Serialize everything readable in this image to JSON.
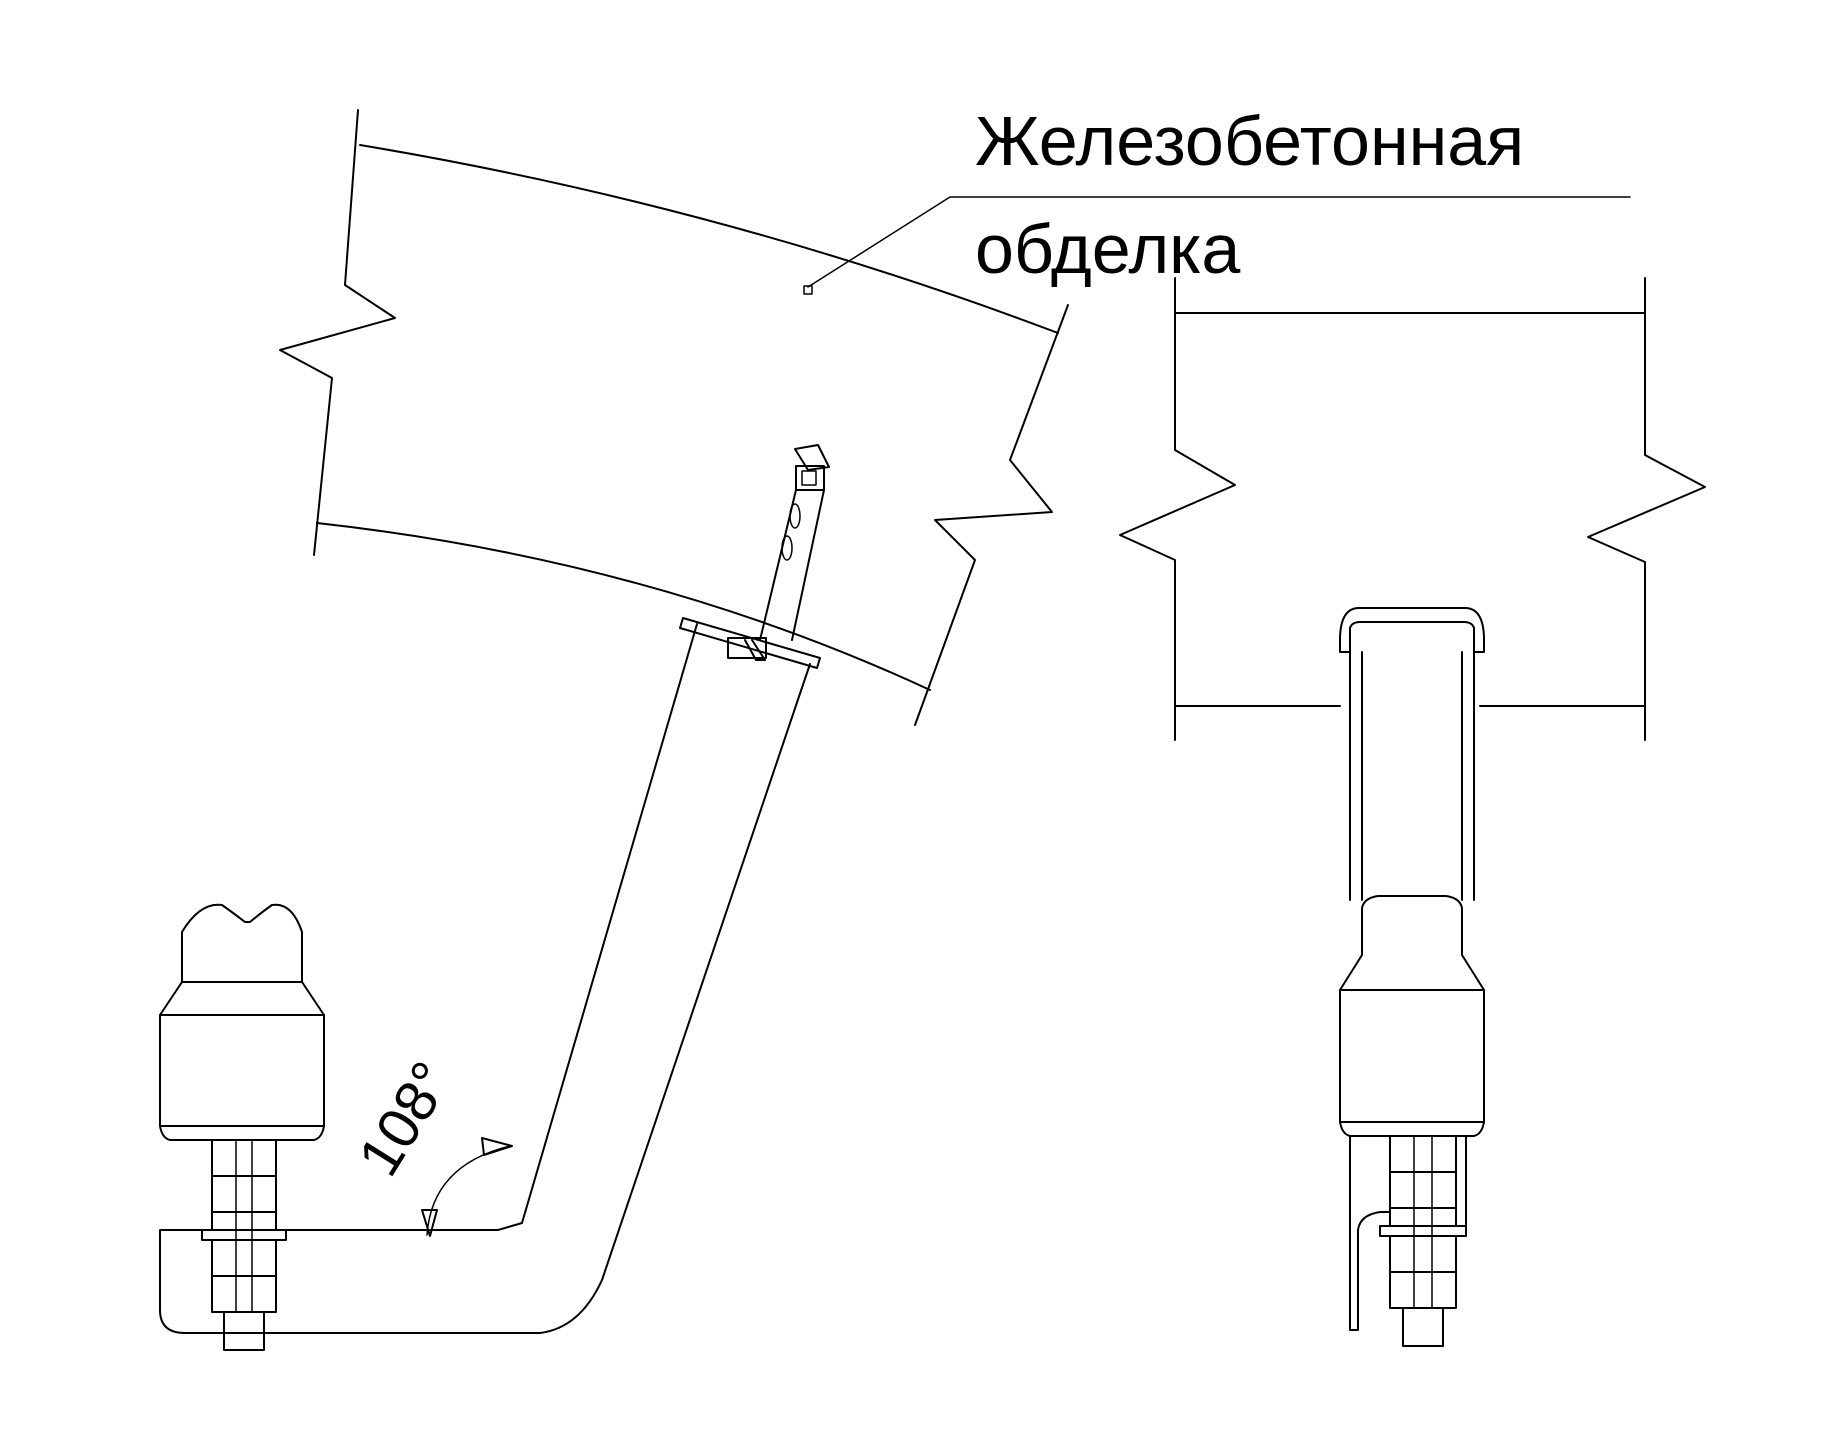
{
  "labels": {
    "lining_line1": "Железобетонная",
    "lining_line2": "обделка",
    "angle": "108°"
  },
  "colors": {
    "stroke": "#000000",
    "background": "#ffffff"
  }
}
